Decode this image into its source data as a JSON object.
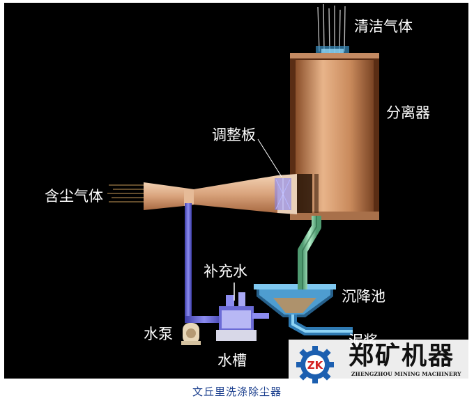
{
  "labels": {
    "clean_gas": "清洁气体",
    "separator": "分离器",
    "adjust_plate": "调整板",
    "dusty_gas": "含尘气体",
    "makeup_water": "补充水",
    "settling_tank": "沉降池",
    "water_pump": "水泵",
    "sludge": "泥浆",
    "water_tank": "水槽"
  },
  "caption": "文丘里洗涤除尘器",
  "watermark": {
    "name_cn": "郑矿机器",
    "name_en": "ZHENGZHOU MINING MACHINERY",
    "badge": "ZK"
  },
  "colors": {
    "background": "#000000",
    "copper": "#c98a5c",
    "pipe_blue": "#6b6bd6",
    "green_pipe": "#7fd0a0",
    "caption": "#1b3f8e"
  }
}
